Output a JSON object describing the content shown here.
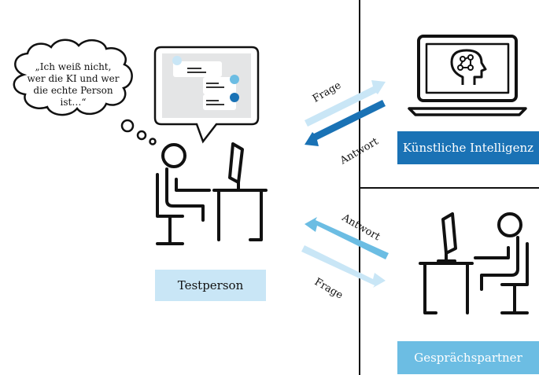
{
  "thought_text": [
    "„Ich weiß nicht,",
    "wer die KI und wer",
    "die echte Person",
    "ist…“"
  ],
  "labels": {
    "testperson": "Testperson",
    "ki": "Künstliche Intelligenz",
    "partner": "Gesprächspartner"
  },
  "arrows": {
    "frage_top": "Frage",
    "antwort_top": "Antwort",
    "antwort_bottom": "Antwort",
    "frage_bottom": "Frage"
  },
  "colors": {
    "light_blue": "#c9e6f6",
    "mid_blue": "#6cbde3",
    "dark_blue": "#1a72b5",
    "icon_black": "#111111"
  }
}
